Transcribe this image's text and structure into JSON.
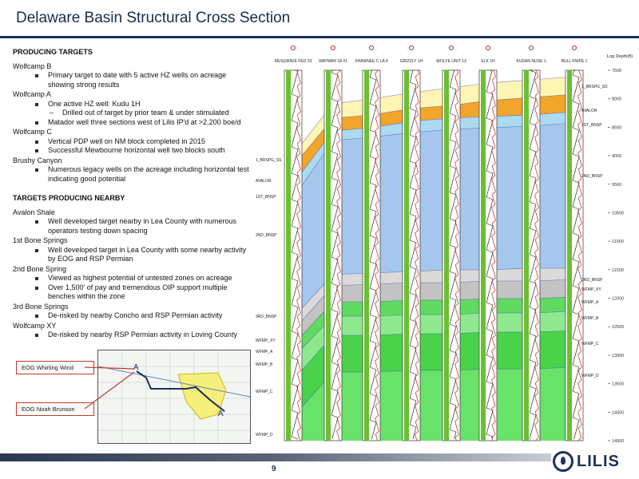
{
  "title": "Delaware Basin Structural Cross Section",
  "page_number": "9",
  "logo_text": "LILIS",
  "producing_targets": {
    "heading": "PRODUCING TARGETS",
    "groups": [
      {
        "name": "Wolfcamp B",
        "items": [
          {
            "text": "Primary target to date with 5 active HZ wells on acreage showing strong results",
            "subs": []
          }
        ]
      },
      {
        "name": "Wolfcamp A",
        "items": [
          {
            "text": "One active HZ well: Kudu 1H",
            "subs": [
              "Drilled out of target by prior team & under stimulated"
            ]
          },
          {
            "text": "Matador well three sections west of Lilis IP'd at >2,200 boe/d",
            "subs": []
          }
        ]
      },
      {
        "name": "Wolfcamp C",
        "items": [
          {
            "text": "Vertical PDP well on NM block completed in 2015",
            "subs": []
          },
          {
            "text": "Successful Mewbourne horizontal well two blocks south",
            "subs": []
          }
        ]
      },
      {
        "name": "Brushy Canyon",
        "items": [
          {
            "text": "Numerous legacy wells on the acreage including horizontal test indicating good potential",
            "subs": []
          }
        ]
      }
    ]
  },
  "targets_nearby": {
    "heading": "TARGETS PRODUCING NEARBY",
    "groups": [
      {
        "name": "Avalon Shale",
        "items": [
          {
            "text": "Well developed target nearby in Lea County with numerous operators testing down spacing",
            "subs": []
          }
        ]
      },
      {
        "name": "1st Bone Springs",
        "items": [
          {
            "text": "Well developed target in Lea County with some nearby activity by EOG and RSP Permian",
            "subs": []
          }
        ]
      },
      {
        "name": "2nd Bone Spring",
        "items": [
          {
            "text": "Viewed as highest potential of untested zones on acreage",
            "subs": []
          },
          {
            "text": "Over 1,500' of pay and tremendous OIP support multiple benches within the zone",
            "subs": []
          }
        ]
      },
      {
        "name": "3rd Bone Springs",
        "items": [
          {
            "text": "De-risked by nearby Concho and RSP Permian activity",
            "subs": []
          }
        ]
      },
      {
        "name": "Wolfcamp XY",
        "items": [
          {
            "text": "De-risked by nearby RSP Permian activity in Loving County",
            "subs": []
          }
        ]
      }
    ]
  },
  "callouts": {
    "top": "EOG Whirling Wind",
    "bottom": "EOG Noah Brunson"
  },
  "map": {
    "label_a": "A",
    "label_a_prime": "A'"
  },
  "cross_section": {
    "depth_header": "Log Depth(ft)",
    "depth_ticks": [
      "7500",
      "8000",
      "8500",
      "9000",
      "9500",
      "10500",
      "11000",
      "11500",
      "12000",
      "12500",
      "13000",
      "13500",
      "14000",
      "14500"
    ],
    "left_formations": [
      "1_BRSPG_SS",
      "AVALON",
      "1ST_BNSP",
      "2ND_BNSP",
      "3RD_BNSP",
      "WFMP_XY",
      "WFMP_A",
      "WFMP_B",
      "WFMP_C",
      "WFMP_D"
    ],
    "right_formations": [
      "1_BRSPG_SS",
      "AVALON",
      "1ST_BNSP",
      "2ND_BNSP",
      "3RD_BNSP",
      "WFMP_XY",
      "WFMP_A",
      "WFMP_B",
      "WFMP_C",
      "WFMP_D"
    ],
    "wells": [
      {
        "header": "MUSGRAVE FED 23"
      },
      {
        "header": "WAYMAN 18 #1"
      },
      {
        "header": "SHAWNEE C LA 4"
      },
      {
        "header": "GRIZZLY 1H"
      },
      {
        "header": "WOLFE UNIT 13"
      },
      {
        "header": "ELK 1H"
      },
      {
        "header": "KUDAN NUSE 1"
      },
      {
        "header": "BULL KNIFE 1"
      }
    ],
    "colors": {
      "brushy": "#fff4b0",
      "avalon": "#f0a020",
      "first_bs": "#a8d8f0",
      "second_bs": "#a0c4ec",
      "third_bs": "#d8d8d8",
      "wfmp_xy": "#c0c0c0",
      "wfmp_a": "#58d858",
      "wfmp_b": "#88e888",
      "wfmp_c": "#40d040",
      "wfmp_d": "#60e060",
      "pick_line": "#2030a0"
    }
  }
}
